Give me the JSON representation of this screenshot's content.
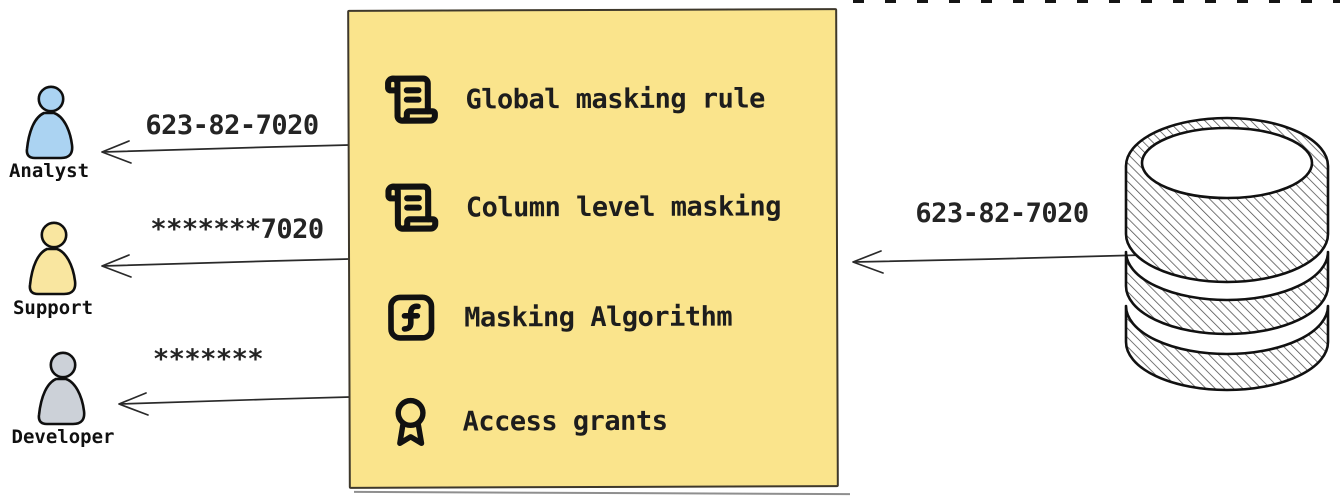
{
  "page": {
    "background": "#ffffff",
    "ink": "#1a1a1a"
  },
  "source_database": {
    "icon": "database-icon",
    "output_value": "623-82-7020"
  },
  "masking_box": {
    "background": "#fae48c",
    "border_color": "#3e382b",
    "items": [
      {
        "icon": "scroll-text-icon",
        "label": "Global masking rule"
      },
      {
        "icon": "scroll-text-icon",
        "label": "Column level masking"
      },
      {
        "icon": "function-square-icon",
        "label": "Masking Algorithm"
      },
      {
        "icon": "award-icon",
        "label": "Access grants"
      }
    ]
  },
  "consumers": [
    {
      "role": "Analyst",
      "received_value": "623-82-7020",
      "fill": "#abd3f2"
    },
    {
      "role": "Support",
      "received_value": "*******7020",
      "fill": "#f9e6a0"
    },
    {
      "role": "Developer",
      "received_value": "*******",
      "fill": "#ccd1d8"
    }
  ]
}
